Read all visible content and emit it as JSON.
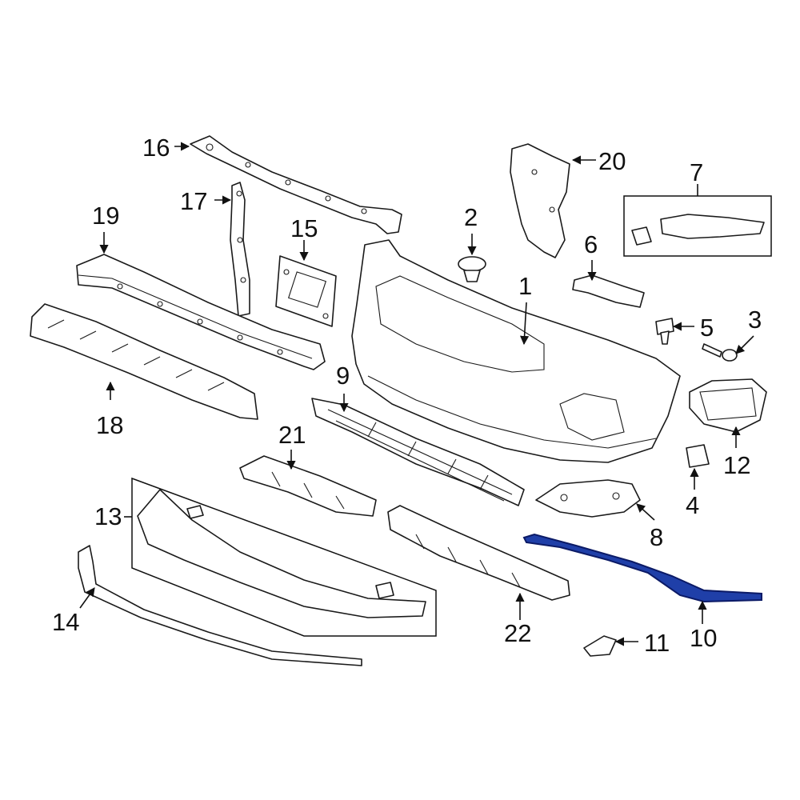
{
  "colors": {
    "line": "#1a1a1a",
    "highlight_fill": "#1f3fa8",
    "highlight_stroke": "#0b1a66",
    "background": "#ffffff"
  },
  "highlighted_part": "10",
  "callouts": {
    "c1": "1",
    "c2": "2",
    "c3": "3",
    "c4": "4",
    "c5": "5",
    "c6": "6",
    "c7": "7",
    "c8": "8",
    "c9": "9",
    "c10": "10",
    "c11": "11",
    "c12": "12",
    "c13": "13",
    "c14": "14",
    "c15": "15",
    "c16": "16",
    "c17": "17",
    "c18": "18",
    "c19": "19",
    "c20": "20",
    "c21": "21",
    "c22": "22"
  }
}
